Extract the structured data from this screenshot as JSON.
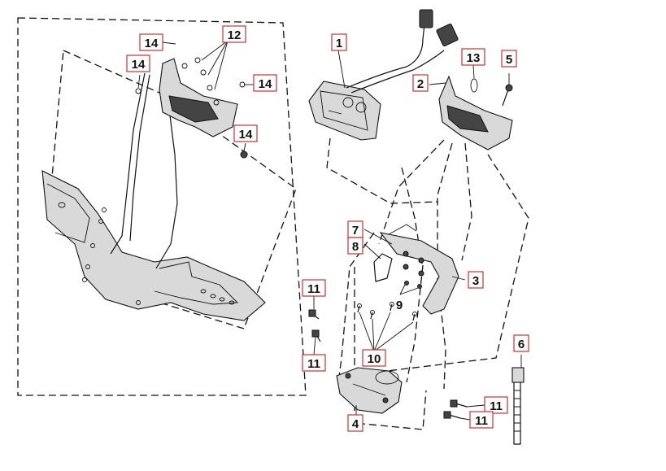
{
  "diagram": {
    "callouts": [
      {
        "id": "c14a",
        "label": "14"
      },
      {
        "id": "c12",
        "label": "12"
      },
      {
        "id": "c14b",
        "label": "14"
      },
      {
        "id": "c14c",
        "label": "14"
      },
      {
        "id": "c14d",
        "label": "14"
      },
      {
        "id": "c1",
        "label": "1"
      },
      {
        "id": "c13",
        "label": "13"
      },
      {
        "id": "c5",
        "label": "5"
      },
      {
        "id": "c2",
        "label": "2"
      },
      {
        "id": "c7",
        "label": "7"
      },
      {
        "id": "c8",
        "label": "8"
      },
      {
        "id": "c3",
        "label": "3"
      },
      {
        "id": "c9",
        "label": "9"
      },
      {
        "id": "c11a",
        "label": "11"
      },
      {
        "id": "c11b",
        "label": "11"
      },
      {
        "id": "c10",
        "label": "10"
      },
      {
        "id": "c4",
        "label": "4"
      },
      {
        "id": "c6",
        "label": "6"
      },
      {
        "id": "c11c",
        "label": "11"
      },
      {
        "id": "c11d",
        "label": "11"
      }
    ]
  },
  "colors": {
    "callout_border": "#d32f2f",
    "line": "#111111",
    "part_shade": "#d9d9d9"
  }
}
